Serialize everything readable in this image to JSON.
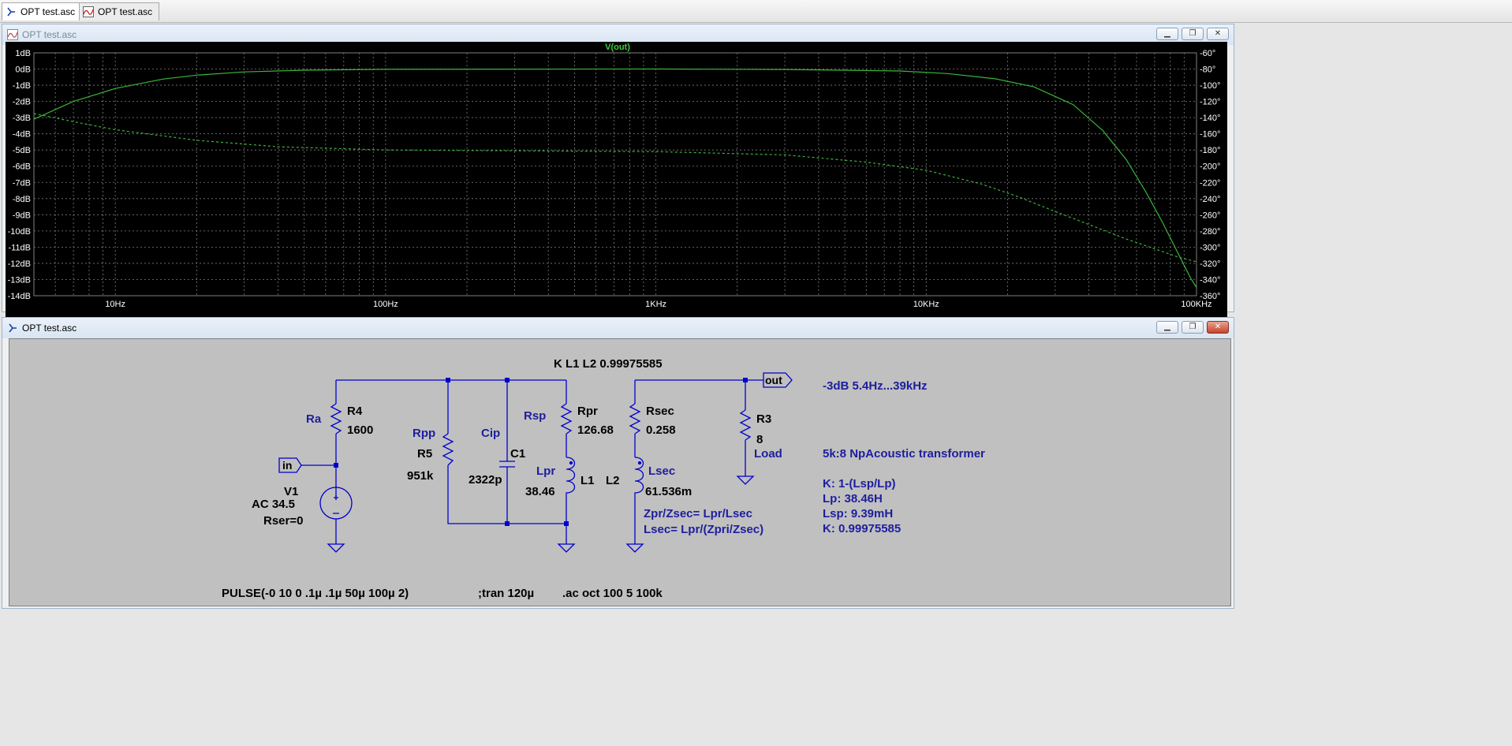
{
  "tabs": [
    {
      "label": "OPT test.asc",
      "icon": "schematic-icon",
      "active": true
    },
    {
      "label": "OPT test.asc",
      "icon": "waveform-icon",
      "active": false
    }
  ],
  "plot_window": {
    "title": "OPT test.asc",
    "trace_name": "V(out)",
    "colors": {
      "background": "#000000",
      "grid": "#7f7f7f",
      "trace": "#3cb43c",
      "axis_text": "#ffffff",
      "title_text": "#3ccf3c"
    }
  },
  "chart_data": {
    "type": "line",
    "title": "V(out)",
    "x_scale": "log",
    "x_range": [
      5,
      100000
    ],
    "x_ticks": [
      {
        "value": 10,
        "label": "10Hz"
      },
      {
        "value": 100,
        "label": "100Hz"
      },
      {
        "value": 1000,
        "label": "1KHz"
      },
      {
        "value": 10000,
        "label": "10KHz"
      },
      {
        "value": 100000,
        "label": "100KHz"
      }
    ],
    "y_left_range": [
      -14,
      1
    ],
    "y_left_ticks": [
      {
        "value": 1,
        "label": "1dB"
      },
      {
        "value": 0,
        "label": "0dB"
      },
      {
        "value": -1,
        "label": "-1dB"
      },
      {
        "value": -2,
        "label": "-2dB"
      },
      {
        "value": -3,
        "label": "-3dB"
      },
      {
        "value": -4,
        "label": "-4dB"
      },
      {
        "value": -5,
        "label": "-5dB"
      },
      {
        "value": -6,
        "label": "-6dB"
      },
      {
        "value": -7,
        "label": "-7dB"
      },
      {
        "value": -8,
        "label": "-8dB"
      },
      {
        "value": -9,
        "label": "-9dB"
      },
      {
        "value": -10,
        "label": "-10dB"
      },
      {
        "value": -11,
        "label": "-11dB"
      },
      {
        "value": -12,
        "label": "-12dB"
      },
      {
        "value": -13,
        "label": "-13dB"
      },
      {
        "value": -14,
        "label": "-14dB"
      }
    ],
    "y_right_range": [
      -360,
      -60
    ],
    "y_right_ticks": [
      {
        "value": -60,
        "label": "-60°"
      },
      {
        "value": -80,
        "label": "-80°"
      },
      {
        "value": -100,
        "label": "-100°"
      },
      {
        "value": -120,
        "label": "-120°"
      },
      {
        "value": -140,
        "label": "-140°"
      },
      {
        "value": -160,
        "label": "-160°"
      },
      {
        "value": -180,
        "label": "-180°"
      },
      {
        "value": -200,
        "label": "-200°"
      },
      {
        "value": -220,
        "label": "-220°"
      },
      {
        "value": -240,
        "label": "-240°"
      },
      {
        "value": -260,
        "label": "-260°"
      },
      {
        "value": -280,
        "label": "-280°"
      },
      {
        "value": -300,
        "label": "-300°"
      },
      {
        "value": -320,
        "label": "-320°"
      },
      {
        "value": -340,
        "label": "-340°"
      },
      {
        "value": -360,
        "label": "-360°"
      }
    ],
    "grid": true,
    "series": [
      {
        "name": "V(out)",
        "style": "solid",
        "axis": "left",
        "points": [
          [
            5,
            -3.1
          ],
          [
            7,
            -2.0
          ],
          [
            10,
            -1.2
          ],
          [
            15,
            -0.62
          ],
          [
            20,
            -0.38
          ],
          [
            30,
            -0.18
          ],
          [
            50,
            -0.07
          ],
          [
            100,
            -0.02
          ],
          [
            1000,
            0
          ],
          [
            3000,
            -0.03
          ],
          [
            8000,
            -0.12
          ],
          [
            12000,
            -0.28
          ],
          [
            18000,
            -0.6
          ],
          [
            25000,
            -1.1
          ],
          [
            35000,
            -2.2
          ],
          [
            45000,
            -3.8
          ],
          [
            55000,
            -5.6
          ],
          [
            65000,
            -7.6
          ],
          [
            75000,
            -9.5
          ],
          [
            85000,
            -11.3
          ],
          [
            95000,
            -12.9
          ],
          [
            100000,
            -13.5
          ]
        ]
      },
      {
        "name": "phase",
        "style": "dashed",
        "axis": "right",
        "points": [
          [
            5,
            -135
          ],
          [
            7,
            -145
          ],
          [
            10,
            -155
          ],
          [
            20,
            -168
          ],
          [
            40,
            -176
          ],
          [
            100,
            -180
          ],
          [
            300,
            -181
          ],
          [
            1000,
            -182
          ],
          [
            3000,
            -186
          ],
          [
            6000,
            -195
          ],
          [
            10000,
            -205
          ],
          [
            16000,
            -222
          ],
          [
            22000,
            -238
          ],
          [
            30000,
            -256
          ],
          [
            40000,
            -272
          ],
          [
            55000,
            -290
          ],
          [
            70000,
            -302
          ],
          [
            85000,
            -312
          ],
          [
            100000,
            -318
          ]
        ]
      }
    ]
  },
  "schematic_window": {
    "title": "OPT test.asc",
    "colors": {
      "background": "#c0c0c0",
      "wire": "#0000cc",
      "label": "#1e1e9e",
      "text": "#000000"
    },
    "k_directive": "K L1 L2 0.99975585",
    "input_flag": "in",
    "output_flag": "out",
    "v1": {
      "name": "V1",
      "value": "AC 34.5",
      "param": "Rser=0"
    },
    "r4": {
      "label": "Ra",
      "name": "R4",
      "value": "1600"
    },
    "r5": {
      "label": "Rpp",
      "name": "R5",
      "value": "951k"
    },
    "c1": {
      "label": "Cip",
      "name": "C1",
      "value": "2322p"
    },
    "rpr": {
      "label": "Rsp",
      "name": "Rpr",
      "value": "126.68"
    },
    "l1": {
      "label": "Lpr",
      "name": "L1",
      "value": "38.46"
    },
    "rsec": {
      "name": "Rsec",
      "value": "0.258"
    },
    "l2": {
      "label": "Lsec",
      "name": "L2",
      "value": "61.536m"
    },
    "r3": {
      "name": "R3",
      "value": "8",
      "label": "Load"
    },
    "formula1": "Zpr/Zsec= Lpr/Lsec",
    "formula2": "Lsec= Lpr/(Zpri/Zsec)",
    "note_bw": "-3dB  5.4Hz...39kHz",
    "note_title": "5k:8 NpAcoustic transformer",
    "note_k_formula": "K: 1-(Lsp/Lp)",
    "note_lp": "Lp:  38.46H",
    "note_lsp": "Lsp:  9.39mH",
    "note_k": "K: 0.99975585",
    "pulse": "PULSE(-0 10 0 .1µ .1µ 50µ 100µ 2)",
    "tran": ";tran 120µ",
    "ac": ".ac oct 100 5 100k"
  }
}
